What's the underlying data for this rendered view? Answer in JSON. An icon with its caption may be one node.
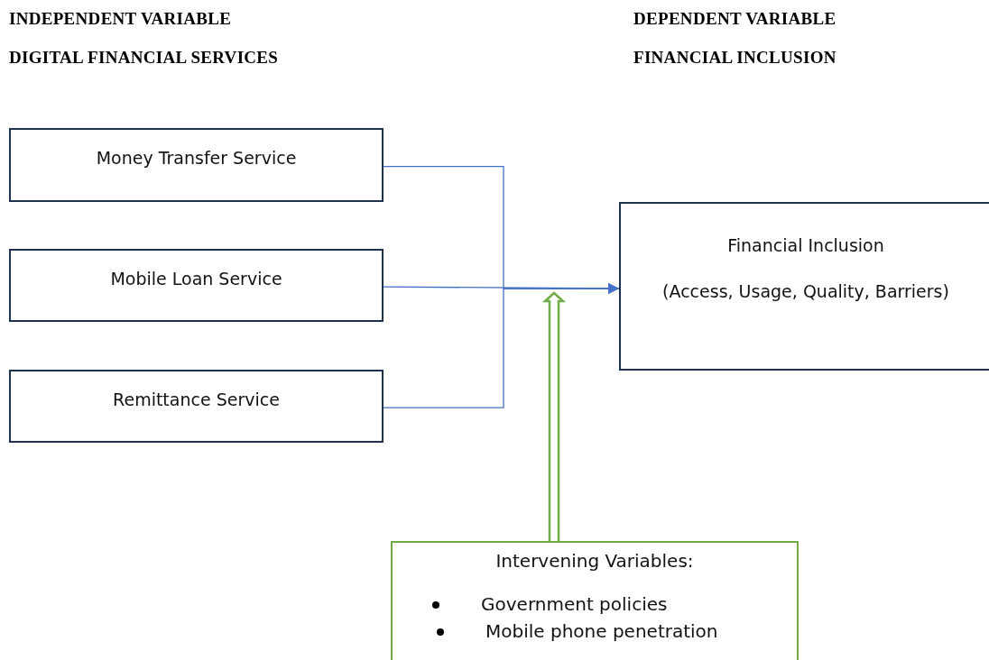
{
  "diagram": {
    "nodes": [
      {
        "text": [
          "Money Transfer Service"
        ]
      },
      {
        "text": [
          "Mobile Loan Service"
        ]
      },
      {
        "text": [
          "Remittance Service"
        ]
      },
      {
        "text": [
          "Financial Inclusion",
          "(Access, Usage, Quality, Barriers)"
        ]
      },
      {
        "text": [
          "Intervening Variables:",
          "Government policies",
          "Mobile phone penetration"
        ]
      }
    ],
    "edges": [
      {
        "from": 0,
        "to": 3,
        "arrow": "to"
      },
      {
        "from": 1,
        "to": 3,
        "arrow": "to"
      },
      {
        "from": 2,
        "to": 3,
        "arrow": "to"
      },
      {
        "from": 4,
        "to": null,
        "arrow": "to",
        "style": "thick",
        "color": "#70ad47"
      }
    ],
    "labels": [
      "INDEPENDENT VARIABLE",
      "DEPENDENT VARIABLE",
      "DIGITAL FINANCIAL SERVICES",
      "FINANCIAL INCLUSION"
    ]
  }
}
